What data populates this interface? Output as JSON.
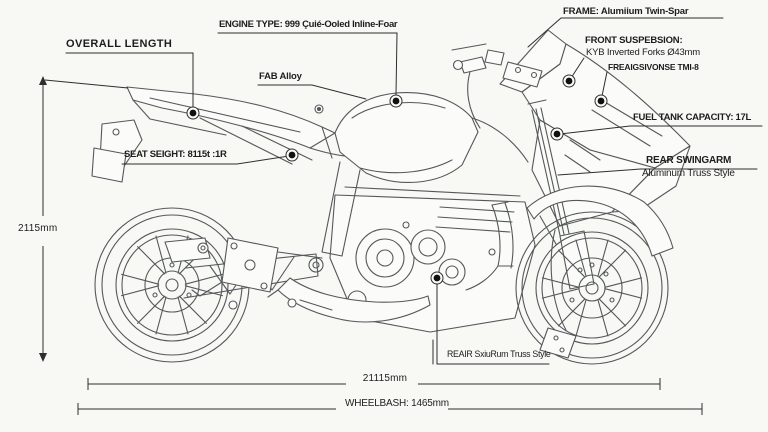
{
  "colors": {
    "background": "#f8f8f5",
    "drawing_line": "#55585a",
    "annotation_line": "#2e2e2e",
    "ink": "#1d1d1d",
    "callout_dot": "#111111"
  },
  "callouts": {
    "overall_length": {
      "label": "OVERALL LENGTH"
    },
    "engine_type": {
      "label": "ENGINE TYPE: 999 Çuié-Ooled Inline-Foar"
    },
    "fab_alloy": {
      "label": "FAB Alloy"
    },
    "frame": {
      "label": "FRAME: Alumiium Twin-Spar"
    },
    "front_suspension": {
      "label": "FRONT SUSPEBSION:",
      "value": "KYB Inverted Forks Ø43mm"
    },
    "rear_suspension": {
      "label": "FREAIGSIVONSE TMI-8"
    },
    "fuel_tank": {
      "label": "FUEL TANK CAPACITY: 17L"
    },
    "rear_swingarm": {
      "label": "REAR SWINGARM",
      "value": "Aluminum Truss Style"
    },
    "seat_height": {
      "label": "SEAT SEIGHT: 8115t :1R"
    },
    "rear_truss": {
      "label": "REAIR SxiuRum Truss Style"
    }
  },
  "dimensions": {
    "overall_height": "2115mm",
    "overall_length_value": "21115mm",
    "wheelbase": "WHEELBASH: 1465mm"
  }
}
